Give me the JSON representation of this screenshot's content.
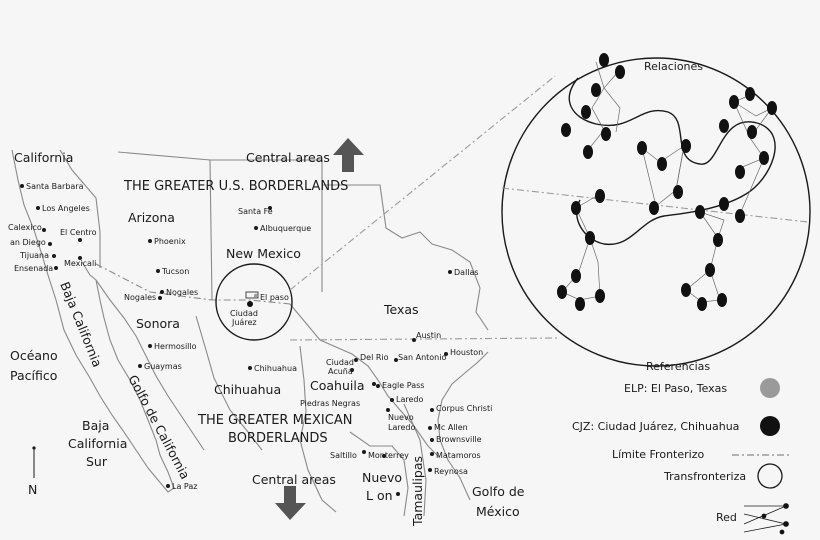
{
  "map": {
    "regions": {
      "us_borderlands": "THE GREATER U.S. BORDERLANDS",
      "mx_borderlands_1": "THE GREATER MEXICAN",
      "mx_borderlands_2": "BORDERLANDS"
    },
    "central_areas_top": "Central areas",
    "central_areas_bottom": "Central areas",
    "north": "N",
    "states": {
      "california": "California",
      "arizona": "Arizona",
      "new_mexico": "New Mexico",
      "texas": "Texas",
      "sonora": "Sonora",
      "chihuahua": "Chihuahua",
      "coahuila": "Coahuila",
      "baja_california": "Baja California",
      "baja_california_sur_1": "Baja",
      "baja_california_sur_2": "California",
      "baja_california_sur_3": "Sur",
      "nuevo_leon_1": "Nuevo",
      "nuevo_leon_2": "L on",
      "tamaulipas": "Tamaulipas"
    },
    "water": {
      "pacific_1": "Océano",
      "pacific_2": "Pacífico",
      "gulf_california": "Golfo de California",
      "gulf_mexico_1": "Golfo de",
      "gulf_mexico_2": "México"
    },
    "cities": {
      "santa_barbara": "Santa Barbara",
      "los_angeles": "Los Angeles",
      "calexico": "Calexico",
      "el_centro": "El Centro",
      "san_diego": "an Diego",
      "tijuana": "Tijuana",
      "mexicali": "Mexicali",
      "ensenada": "Ensenada",
      "phoenix": "Phoenix",
      "tucson": "Tucson",
      "nogales_us": "Nogales",
      "nogales_mx": "Nogales",
      "hermosillo": "Hermosillo",
      "guaymas": "Guaymas",
      "la_paz": "La Paz",
      "santa_fe": "Santa Fe",
      "albuquerque": "Albuquerque",
      "el_paso": "El paso",
      "ciudad_juarez_1": "Ciudad",
      "ciudad_juarez_2": "Juárez",
      "dallas": "Dallas",
      "austin": "Austin",
      "houston": "Houston",
      "san_antonio": "San Antonio",
      "del_rio": "Del Rio",
      "ciudad_acuna_1": "Ciudad",
      "ciudad_acuna_2": "Acuña",
      "chihuahua_city": "Chihuahua",
      "piedras_negras": "Piedras Negras",
      "eagle_pass": "Eagle Pass",
      "laredo": "Laredo",
      "nuevo_laredo_1": "Nuevo",
      "nuevo_laredo_2": "Laredo",
      "corpus_christi": "Corpus Christi",
      "mcallen": "Mc Allen",
      "brownsville": "Brownsville",
      "matamoros": "Matamoros",
      "reynosa": "Reynosa",
      "saltillo": "Saltillo",
      "monterrey": "Monterrey"
    }
  },
  "inset": {
    "title": "Relaciones"
  },
  "legend": {
    "title": "Referencias",
    "elp": "ELP: El Paso, Texas",
    "cjz": "CJZ: Ciudad Juárez, Chihuahua",
    "border": "Límite Fronterizo",
    "transborder": "Transfronteriza",
    "network": "Red"
  },
  "colors": {
    "ink": "#1a1a1a",
    "lines": "#9a9a9a",
    "arrow": "#555555",
    "elp_dot": "#9a9a9a",
    "cjz_dot": "#111111"
  }
}
